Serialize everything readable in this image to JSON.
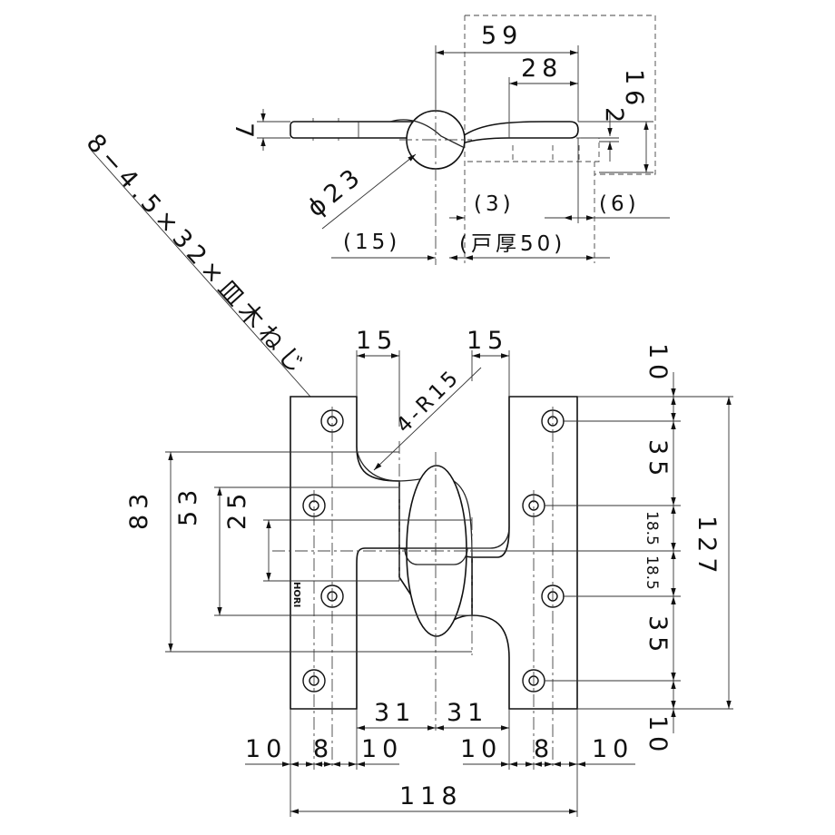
{
  "drawing": {
    "top_view": {
      "dim_59": "59",
      "dim_28": "28",
      "dim_2": "2",
      "dim_16": "16",
      "dim_7": "7",
      "dim_diam23": "ϕ23",
      "dim_3": "(3)",
      "dim_6": "(6)",
      "dim_15": "(15)",
      "dim_door": "(戸厚50)"
    },
    "callouts": {
      "screw": "8−4.5×32×皿木ねじ",
      "radius": "4-R15"
    },
    "front_view": {
      "dim_15_left": "15",
      "dim_15_right": "15",
      "dim_83": "83",
      "dim_53": "53",
      "dim_25": "25",
      "dim_10_top": "10",
      "dim_35_upper": "35",
      "dim_18_5_upper": "18.5",
      "dim_18_5_lower": "18.5",
      "dim_35_lower": "35",
      "dim_10_bottom": "10",
      "dim_127": "127",
      "dim_31_left": "31",
      "dim_31_right": "31",
      "bottom_row": [
        "10",
        "8",
        "10",
        "10",
        "8",
        "10"
      ],
      "dim_118": "118",
      "marking": "HORI"
    }
  }
}
